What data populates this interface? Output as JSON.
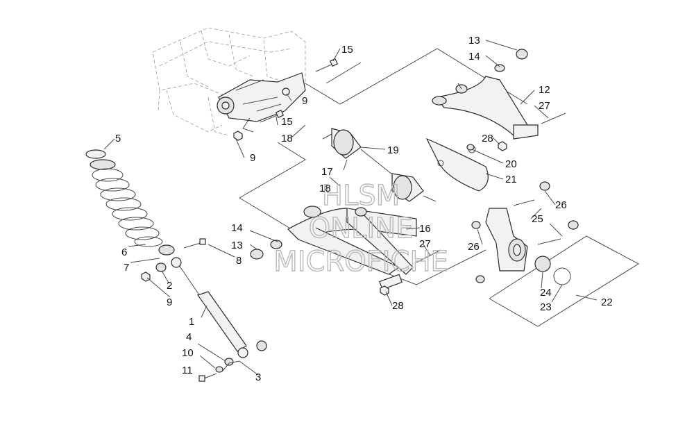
{
  "watermark": {
    "line1": "HLSM",
    "line2": "ONLINE",
    "line3": "MICROFICHE"
  },
  "callouts": {
    "c1": "1",
    "c2": "2",
    "c3": "3",
    "c4": "4",
    "c5": "5",
    "c6": "6",
    "c7": "7",
    "c8": "8",
    "c9a": "9",
    "c9b": "9",
    "c9c": "9",
    "c10": "10",
    "c11": "11",
    "c12": "12",
    "c13a": "13",
    "c13b": "13",
    "c14a": "14",
    "c14b": "14",
    "c15a": "15",
    "c15b": "15",
    "c16": "16",
    "c17": "17",
    "c18a": "18",
    "c18b": "18",
    "c19": "19",
    "c20": "20",
    "c21": "21",
    "c22": "22",
    "c23": "23",
    "c24": "24",
    "c25": "25",
    "c26a": "26",
    "c26b": "26",
    "c27a": "27",
    "c27b": "27",
    "c28a": "28",
    "c28b": "28"
  }
}
